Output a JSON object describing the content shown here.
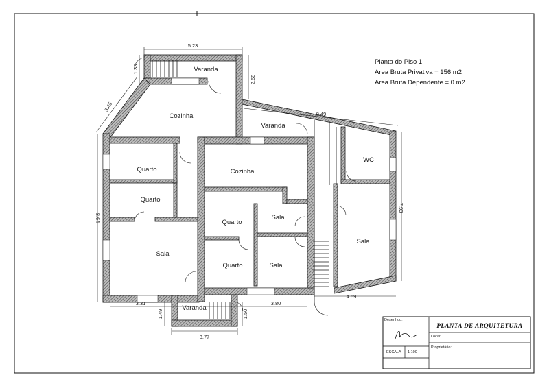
{
  "info": {
    "line1": "Planta do Piso 1",
    "line2": "Area Bruta Privativa = 156 m2",
    "line3": "Area Bruta Dependente = 0 m2"
  },
  "rooms": {
    "varanda_top": "Varanda",
    "cozinha_left": "Cozinha",
    "varanda_right": "Varanda",
    "wc": "WC",
    "quarto_1": "Quarto",
    "quarto_2": "Quarto",
    "cozinha_center": "Cozinha",
    "quarto_3": "Quarto",
    "sala_small": "Sala",
    "sala_left": "Sala",
    "quarto_4": "Quarto",
    "sala_center": "Sala",
    "sala_right": "Sala",
    "varanda_bottom": "Varanda"
  },
  "dimensions": {
    "top": "5.23",
    "top_left_vertical": "1.33",
    "top_right_vertical": "2.68",
    "diagonal": "3.45",
    "right_top": "8.49",
    "left_vertical": "8.64",
    "right_vertical": "7.93",
    "bottom_left": "3.31",
    "bottom_center": "3.80",
    "bottom_right": "4.59",
    "bottom_varanda_left": "1.49",
    "bottom_varanda_right": "1.50",
    "bottom_total": "3.77"
  },
  "title_block": {
    "drawn_label": "Desenhou:",
    "title": "PLANTA DE ARQUITETURA",
    "local_label": "Local:",
    "scale_label": "ESCALA",
    "scale_value": "1:100",
    "owner_label": "Proprietário:"
  },
  "colors": {
    "wall_line": "#1a1a1a",
    "wall_hatch": "#555555",
    "frame": "#111111"
  }
}
